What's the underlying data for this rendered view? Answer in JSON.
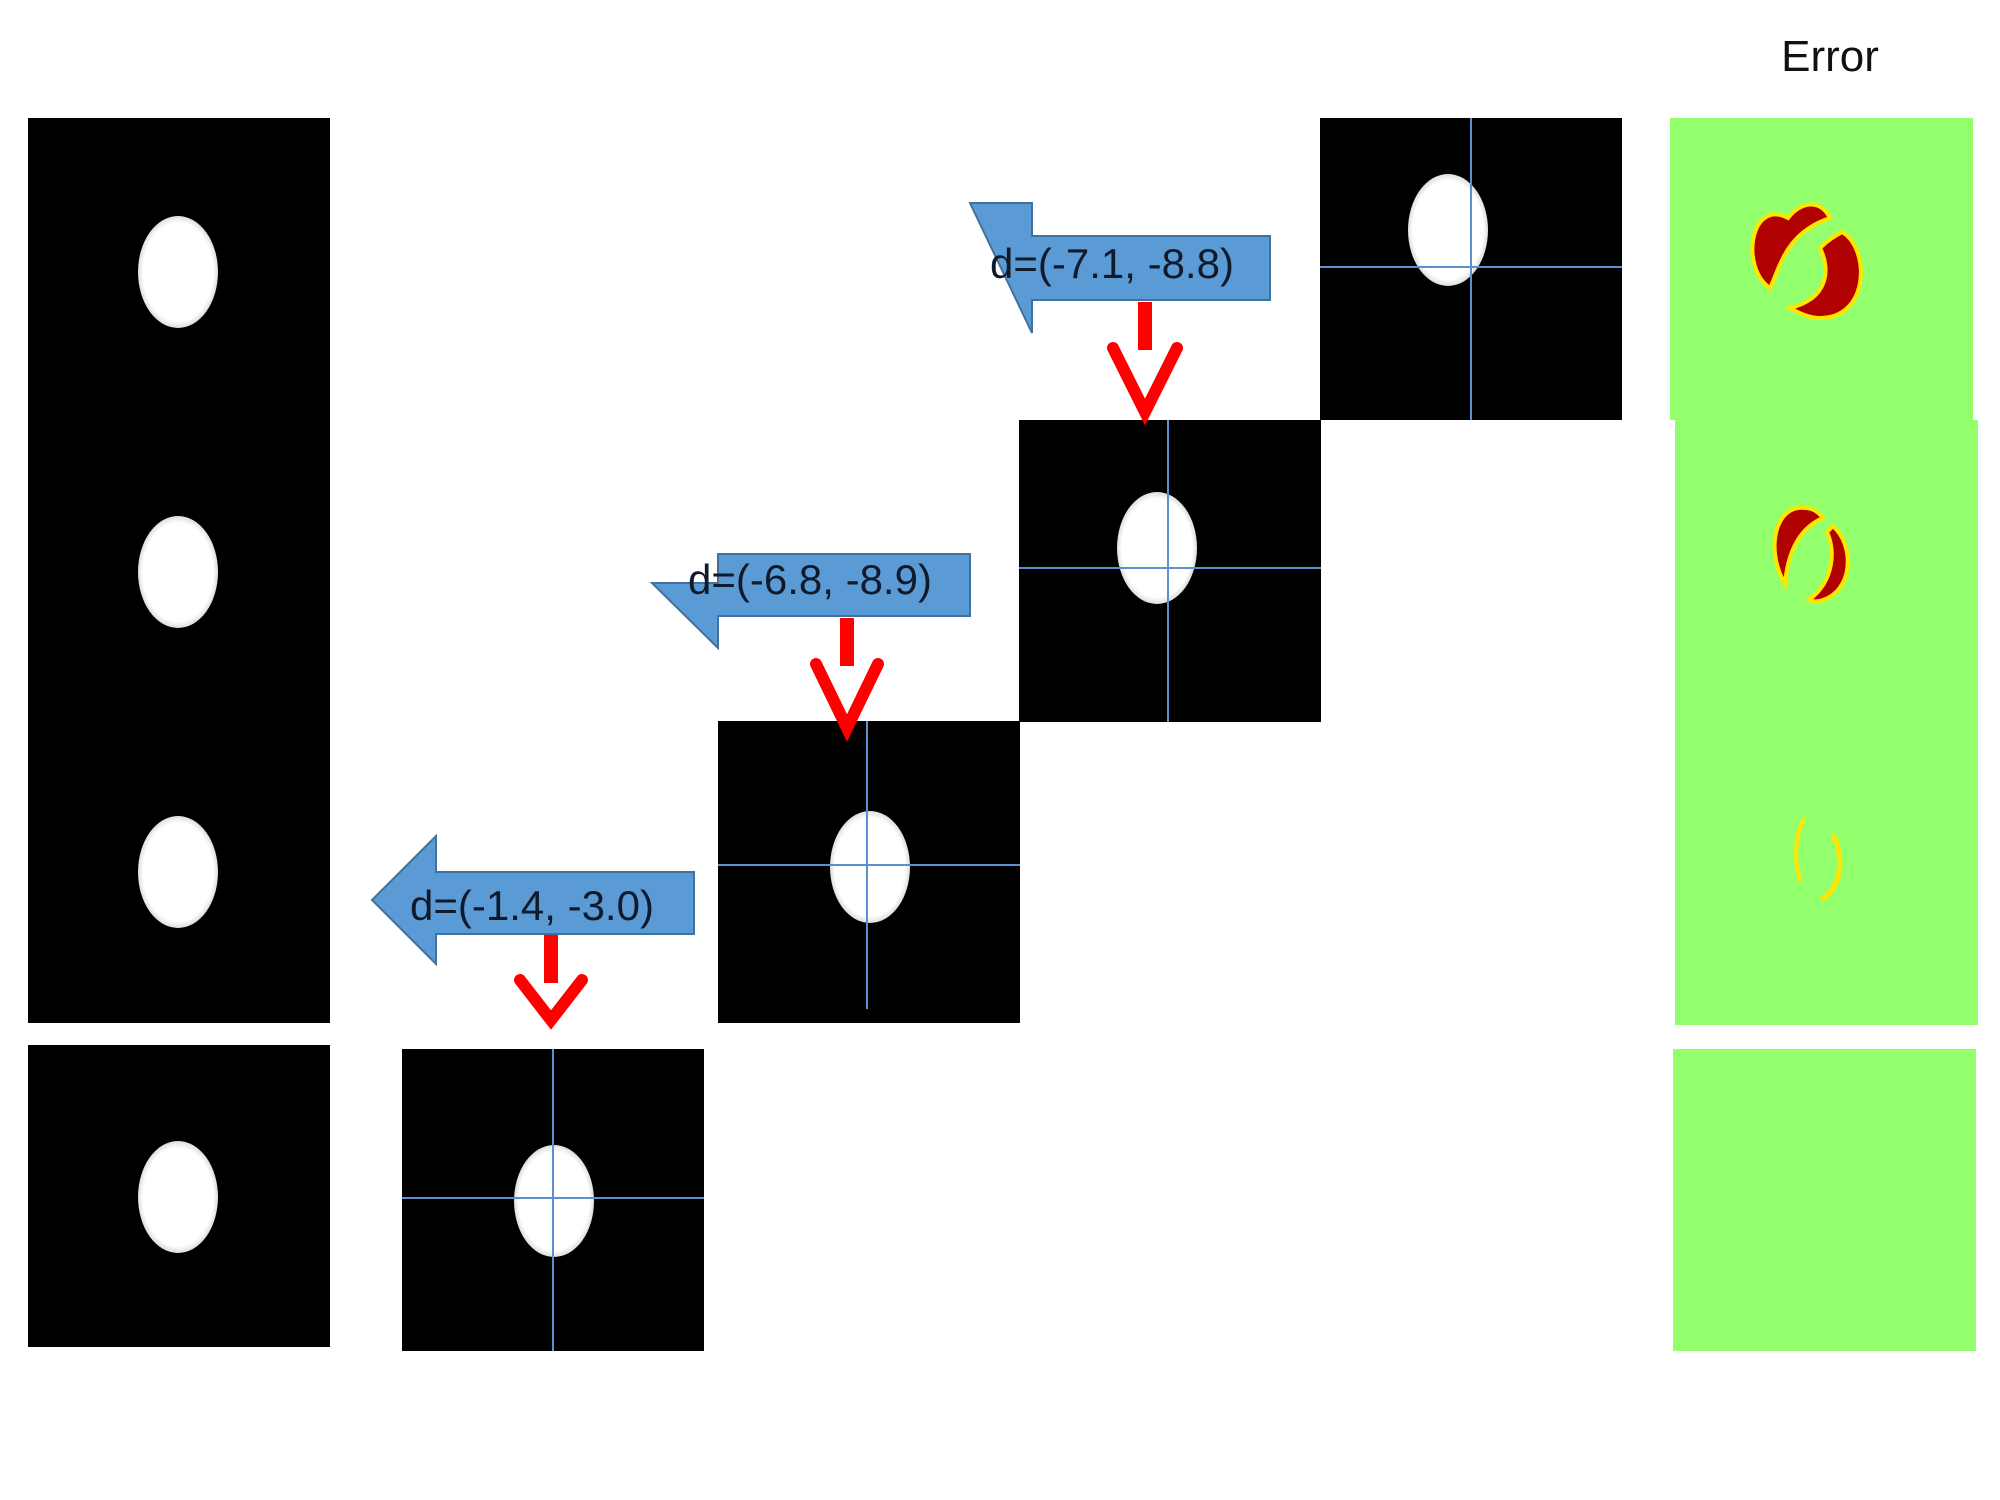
{
  "error_title": "Error",
  "arrows": [
    {
      "label": "d=(-7.1, -8.8)"
    },
    {
      "label": "d=(-6.8, -8.9)"
    },
    {
      "label": "d=(-1.4, -3.0)"
    }
  ],
  "colors": {
    "panel_background": "#000000",
    "error_background": "#93ff6d",
    "crosshair": "#5d8fd0",
    "arrow_fill": "#5b9bd5",
    "arrow_stroke": "#41719c",
    "down_arrow": "#ff0000",
    "error_dark": "#b00000",
    "error_edge": "#ffe600"
  },
  "icons": {
    "left_arrow": "left-arrow-icon",
    "down_arrow": "down-arrow-icon"
  }
}
